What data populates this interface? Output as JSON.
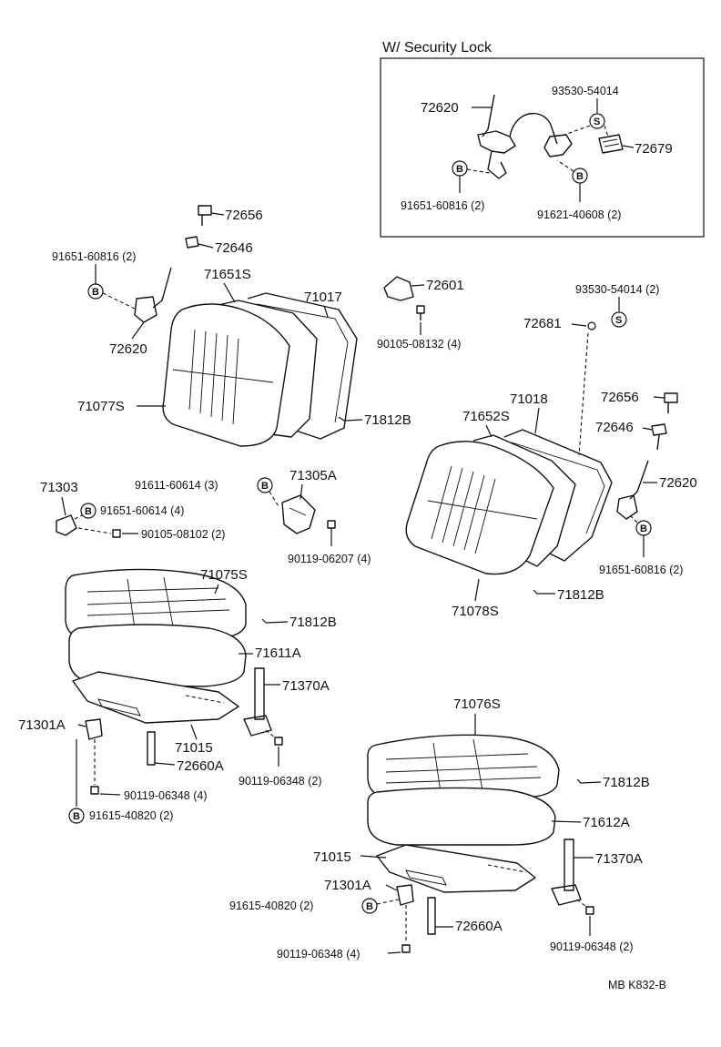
{
  "inset": {
    "title": "W/ Security Lock"
  },
  "symbols": {
    "b": "B",
    "s": "S"
  },
  "labels": {
    "p72620_inset": "72620",
    "p93530_54014": "93530-54014",
    "p72679": "72679",
    "p91651_60816_inset": "91651-60816 (2)",
    "p91621_40608": "91621-40608 (2)",
    "p72656_left": "72656",
    "p72646_left": "72646",
    "p91651_60816_left": "91651-60816 (2)",
    "p71651S": "71651S",
    "p71017": "71017",
    "p72601": "72601",
    "p90105_08132": "90105-08132 (4)",
    "p72620_left": "72620",
    "p71077S": "71077S",
    "p71812B_a": "71812B",
    "p93530_54014_2": "93530-54014 (2)",
    "p72681": "72681",
    "p71018": "71018",
    "p72656_right": "72656",
    "p71652S": "71652S",
    "p72646_right": "72646",
    "p72620_right": "72620",
    "p91651_60816_right": "91651-60816 (2)",
    "p71303": "71303",
    "p91611_60614": "91611-60614 (3)",
    "p71305A": "71305A",
    "p91651_60614": "91651-60614 (4)",
    "p90105_08102": "90105-08102 (2)",
    "p90119_06207": "90119-06207 (4)",
    "p71075S": "71075S",
    "p71812B_b": "71812B",
    "p71078S": "71078S",
    "p71812B_c": "71812B",
    "p71611A": "71611A",
    "p71370A_left": "71370A",
    "p71301A_left": "71301A",
    "p71015_left": "71015",
    "p72660A_left": "72660A",
    "p90119_06348_left2": "90119-06348 (2)",
    "p90119_06348_left4": "90119-06348 (4)",
    "p91615_40820_left": "91615-40820 (2)",
    "p71076S": "71076S",
    "p71812B_d": "71812B",
    "p71612A": "71612A",
    "p71015_right": "71015",
    "p71370A_right": "71370A",
    "p71301A_right": "71301A",
    "p91615_40820_right": "91615-40820 (2)",
    "p72660A_right": "72660A",
    "p90119_06348_right4": "90119-06348 (4)",
    "p90119_06348_right2": "90119-06348 (2)",
    "footer": "MB  K832-B"
  }
}
